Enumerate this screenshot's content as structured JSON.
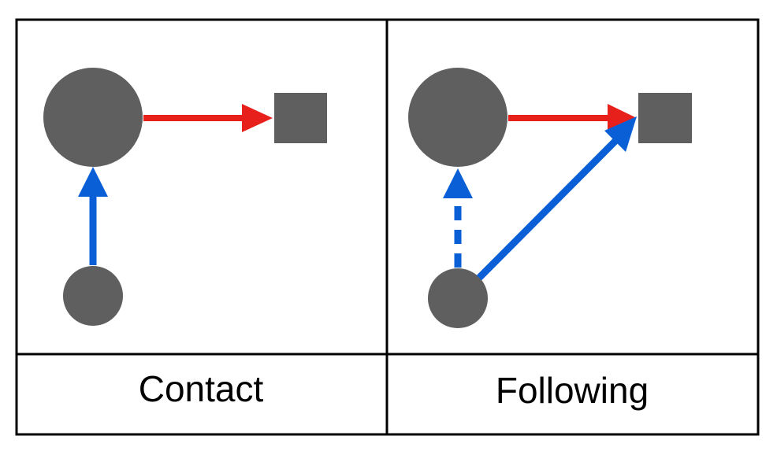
{
  "panels": [
    {
      "caption": "Contact",
      "follow_arrow_style": "solid"
    },
    {
      "caption": "Following",
      "follow_arrow_style": "dashed"
    }
  ],
  "colors": {
    "node": "#5f5f5f",
    "target_arrow": "#e8201b",
    "follower_arrow": "#0a5fd6",
    "border": "#000000",
    "background": "#ffffff"
  },
  "shapes": {
    "leader": "circle",
    "follower": "circle",
    "target": "square"
  }
}
